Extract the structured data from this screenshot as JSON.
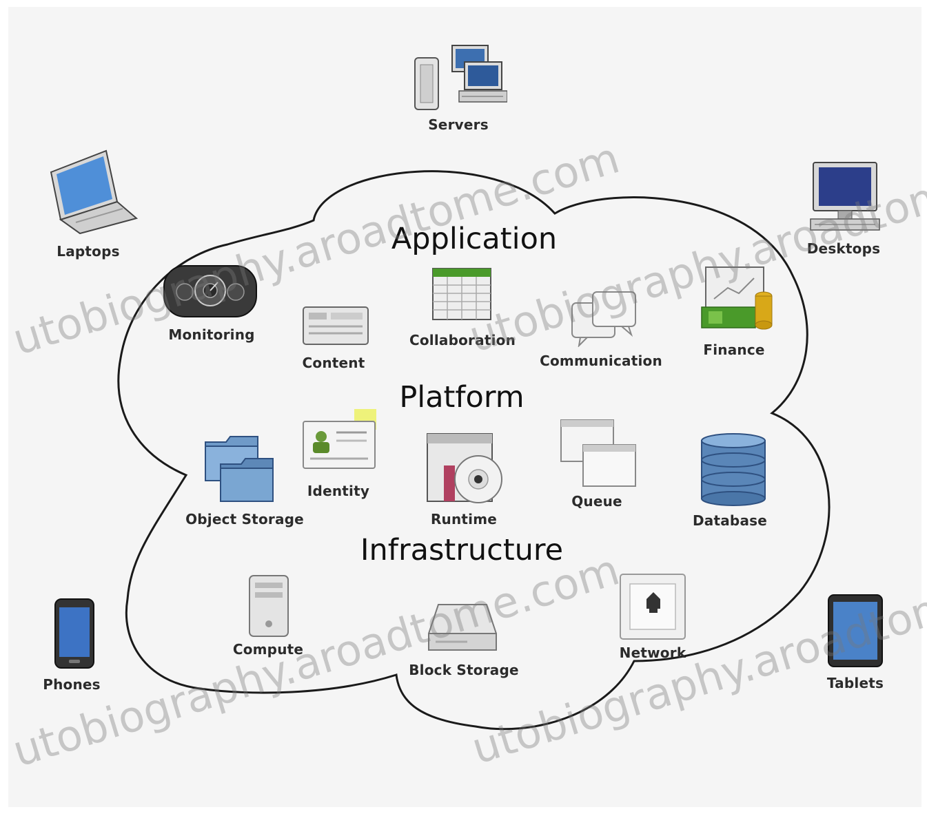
{
  "sections": {
    "application": "Application",
    "platform": "Platform",
    "infrastructure": "Infrastructure"
  },
  "clients": {
    "servers": "Servers",
    "laptops": "Laptops",
    "desktops": "Desktops",
    "phones": "Phones",
    "tablets": "Tablets"
  },
  "application_items": {
    "monitoring": "Monitoring",
    "content": "Content",
    "collaboration": "Collaboration",
    "communication": "Communication",
    "finance": "Finance"
  },
  "platform_items": {
    "object_storage": "Object Storage",
    "identity": "Identity",
    "runtime": "Runtime",
    "queue": "Queue",
    "database": "Database"
  },
  "infrastructure_items": {
    "compute": "Compute",
    "block_storage": "Block Storage",
    "network": "Network"
  },
  "watermark": "utobiography.aroadtome.com",
  "colors": {
    "cloud_stroke": "#1a1a1a",
    "label_text": "#2b2b2b",
    "screen_blue": "#3d6fb0",
    "finance_green": "#4a9a2a",
    "database_blue": "#5a86b8"
  }
}
